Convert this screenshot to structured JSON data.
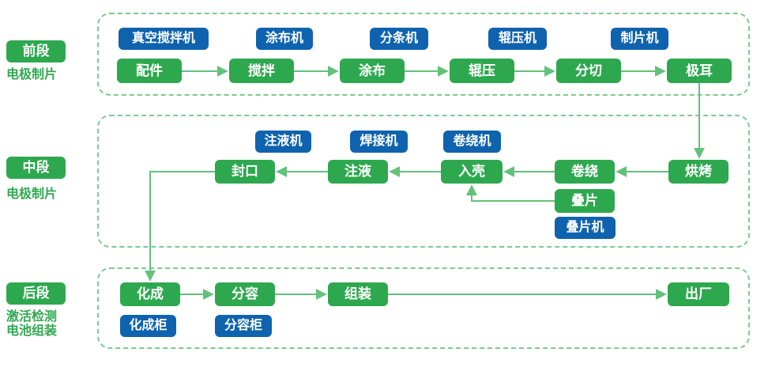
{
  "colors": {
    "process_green": "#2ea84f",
    "machine_blue": "#0f63ae",
    "arrow_green": "#63c17b",
    "container_border_green": "#7ccb8f",
    "text_white": "#ffffff"
  },
  "stages": [
    {
      "label": "前段",
      "sublabel_lines": [
        "电极制片"
      ],
      "machines": [
        "真空搅拌机",
        "涂布机",
        "分条机",
        "辊压机",
        "制片机"
      ],
      "steps": [
        "配件",
        "搅拌",
        "涂布",
        "辊压",
        "分切",
        "极耳"
      ]
    },
    {
      "label": "中段",
      "sublabel_lines": [
        "电极制片"
      ],
      "machines": [
        "注液机",
        "焊接机",
        "卷绕机",
        "叠片机"
      ],
      "steps": [
        "封口",
        "注液",
        "入壳",
        "卷绕",
        "烘烤",
        "叠片"
      ]
    },
    {
      "label": "后段",
      "sublabel_lines": [
        "激活检测",
        "电池组装"
      ],
      "machines": [
        "化成柜",
        "分容柜"
      ],
      "steps": [
        "化成",
        "分容",
        "组装",
        "出厂"
      ]
    }
  ]
}
